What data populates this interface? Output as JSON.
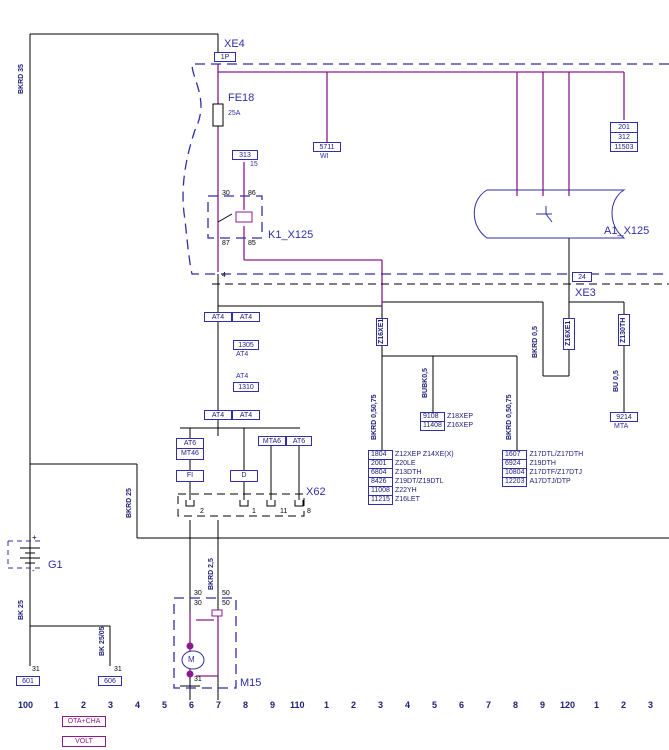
{
  "connectors": {
    "xe4": "XE4",
    "xe4_pin": "1P",
    "xe3": "XE3",
    "xe3_pin": "24",
    "xe4_pin_bottom": "4",
    "x62": "X62"
  },
  "components": {
    "fuse": "FE18",
    "fuse_rating": "25A",
    "relay": "K1_X125",
    "relay_pins": [
      "30",
      "86",
      "87",
      "85"
    ],
    "relay_ref": [
      "313",
      "15"
    ],
    "module": "A1_X125",
    "battery": "G1",
    "battery_plus": "+",
    "battery_minus": "-",
    "motor": "M15",
    "motor_symbol": "M",
    "motor_pins": [
      "30",
      "50",
      "30",
      "50",
      "31"
    ]
  },
  "refs": {
    "r5711": [
      "5711",
      "WI"
    ],
    "r201": [
      "201",
      "312",
      "11503"
    ],
    "r1305": [
      "1305",
      "AT4"
    ],
    "r1310": [
      "AT4",
      "1310"
    ],
    "r9108": [
      "9108",
      "Z18XEP",
      "11408",
      "Z16XEP"
    ],
    "r9214": [
      "9214",
      "MTA"
    ],
    "r601": [
      "31",
      "601"
    ],
    "r606": [
      "31",
      "606"
    ]
  },
  "option_labels": {
    "at4_a": [
      "AT4",
      "AT4"
    ],
    "at4_b": [
      "AT4",
      "AT4"
    ],
    "at6_left": [
      "AT6",
      "MT46"
    ],
    "mt_right": [
      "MTA6",
      "AT6"
    ],
    "fi": "FI",
    "d": "D",
    "x62_pins": [
      "2",
      "1",
      "11",
      "8"
    ]
  },
  "wire_labels": {
    "bkrd35": "BKRD 35",
    "bkrd25_a": "BKRD 25",
    "bkrd25_b": "BKRD 2,5",
    "bk25": "BK 25",
    "bk2505": "BK 25/05",
    "bkrd05_a": "BKRD 0,5",
    "bkrd05_b": "BKRD 0,50,75",
    "bkrd05_c": "BKRD 0,50,75",
    "bubk05": "BUBK0,5",
    "bu05": "BU 0,5",
    "z16xe1": "Z16XE1",
    "z16xe1_b": "Z16XE1",
    "z13dth": "Z130TH"
  },
  "table_left": [
    [
      "1804",
      "Z12XEP Z14XE(X)"
    ],
    [
      "2001",
      "Z20LE"
    ],
    [
      "6804",
      "Z13DTH"
    ],
    [
      "8426",
      "Z19DT/Z19DTL"
    ],
    [
      "11008",
      "Z22YH"
    ],
    [
      "11215",
      "Z16LET"
    ]
  ],
  "table_right": [
    [
      "1607",
      "Z17DTL/Z17DTH"
    ],
    [
      "6924",
      "Z19DTH"
    ],
    [
      "10804",
      "Z17DTF/Z17DTJ"
    ],
    [
      "12203",
      "A17DTJ/DTP"
    ]
  ],
  "ruler": {
    "items": [
      "100",
      "1",
      "2",
      "3",
      "4",
      "5",
      "6",
      "7",
      "8",
      "9",
      "110",
      "1",
      "2",
      "3",
      "4",
      "5",
      "6",
      "7",
      "8",
      "9",
      "120",
      "1",
      "2",
      "3"
    ]
  },
  "legend": [
    "OTA+CHA",
    "VOLT"
  ]
}
